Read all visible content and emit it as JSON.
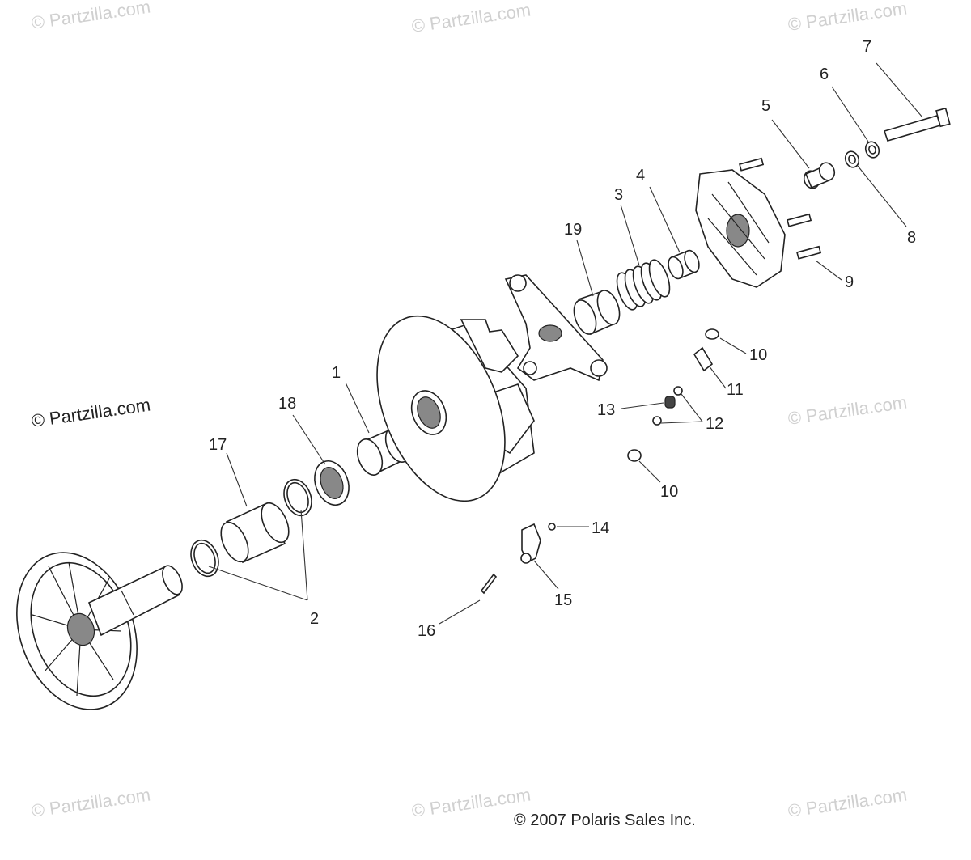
{
  "watermarks": {
    "tl": "© Partzilla.com",
    "tc": "© Partzilla.com",
    "tr": "© Partzilla.com",
    "ml": "© Partzilla.com",
    "mr": "© Partzilla.com",
    "bl": "© Partzilla.com",
    "bc": "© Partzilla.com",
    "br": "© Partzilla.com"
  },
  "copyright": "© 2007 Polaris Sales Inc.",
  "callouts": {
    "c1": "1",
    "c2": "2",
    "c3": "3",
    "c4": "4",
    "c5": "5",
    "c6": "6",
    "c7": "7",
    "c8": "8",
    "c9": "9",
    "c10a": "10",
    "c10b": "10",
    "c11": "11",
    "c12": "12",
    "c13": "13",
    "c14": "14",
    "c15": "15",
    "c16": "16",
    "c17": "17",
    "c18": "18",
    "c19": "19"
  }
}
